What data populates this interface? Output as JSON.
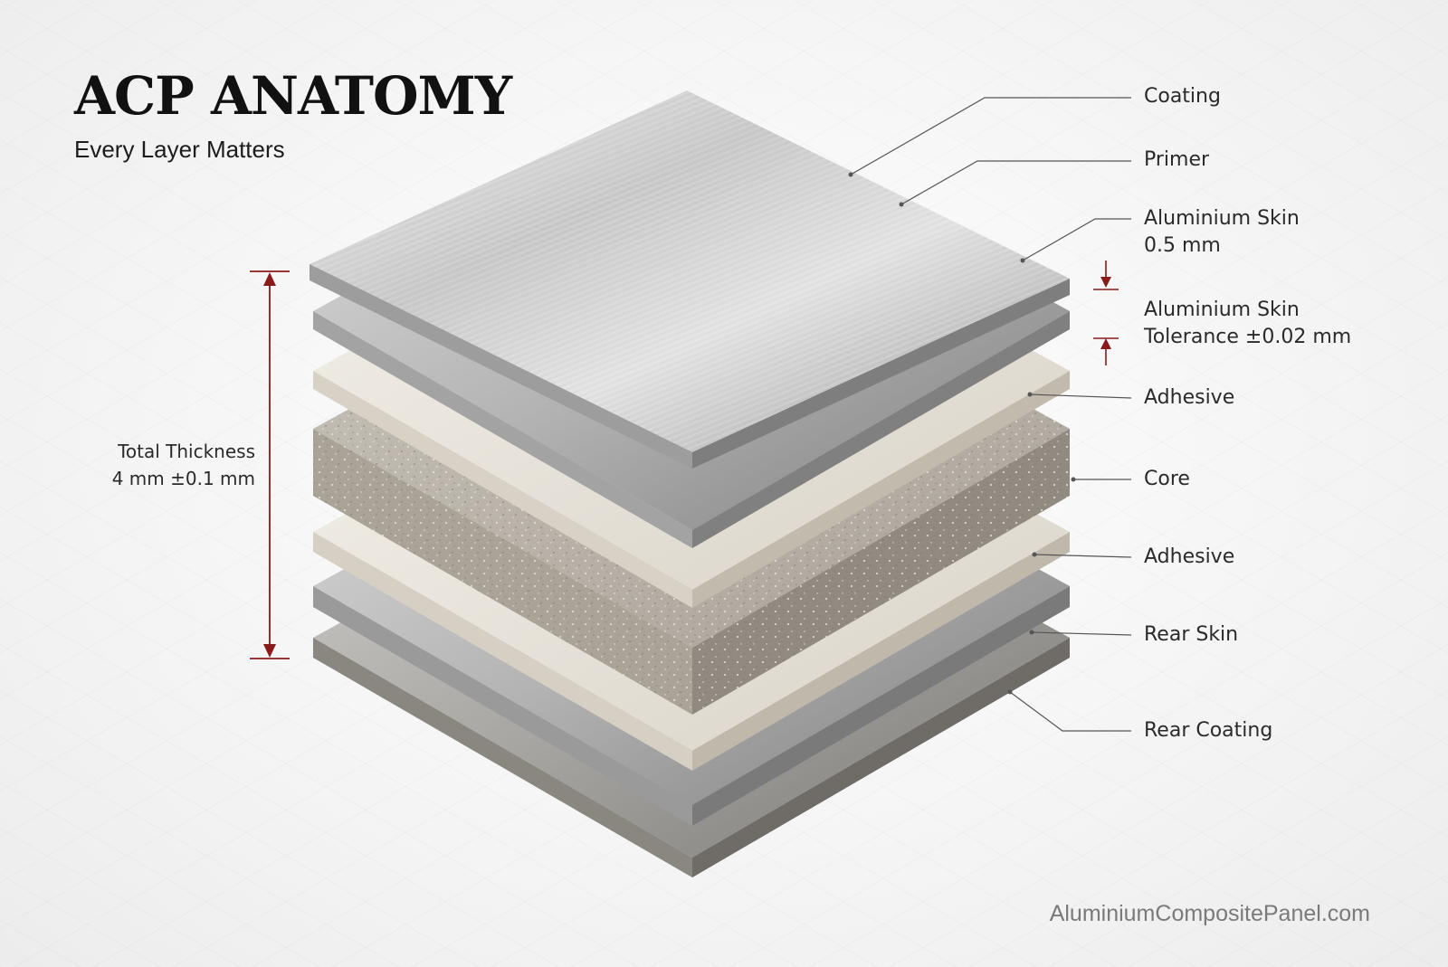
{
  "title": "ACP ANATOMY",
  "subtitle": "Every Layer Matters",
  "labels": [
    {
      "text": "Coating"
    },
    {
      "text": "Primer"
    },
    {
      "text": "Aluminium Skin",
      "sub": "0.5 mm"
    },
    {
      "text": "Aluminium Skin",
      "sub": "Tolerance ±0.02 mm"
    },
    {
      "text": "Adhesive"
    },
    {
      "text": "Core"
    },
    {
      "text": "Adhesive"
    },
    {
      "text": "Rear Skin"
    },
    {
      "text": "Rear Coating"
    }
  ],
  "total_thickness": {
    "label": "Total Thickness",
    "value": "4 mm ±0.1 mm"
  },
  "watermark": "AluminiumCompositePanel.com",
  "colors": {
    "accent": "#8b1a1a",
    "metal_light": "#d9d9d9",
    "metal_dark": "#8e8e8e",
    "adhesive": "#ebe6dc",
    "core": "#b9b3a8"
  }
}
